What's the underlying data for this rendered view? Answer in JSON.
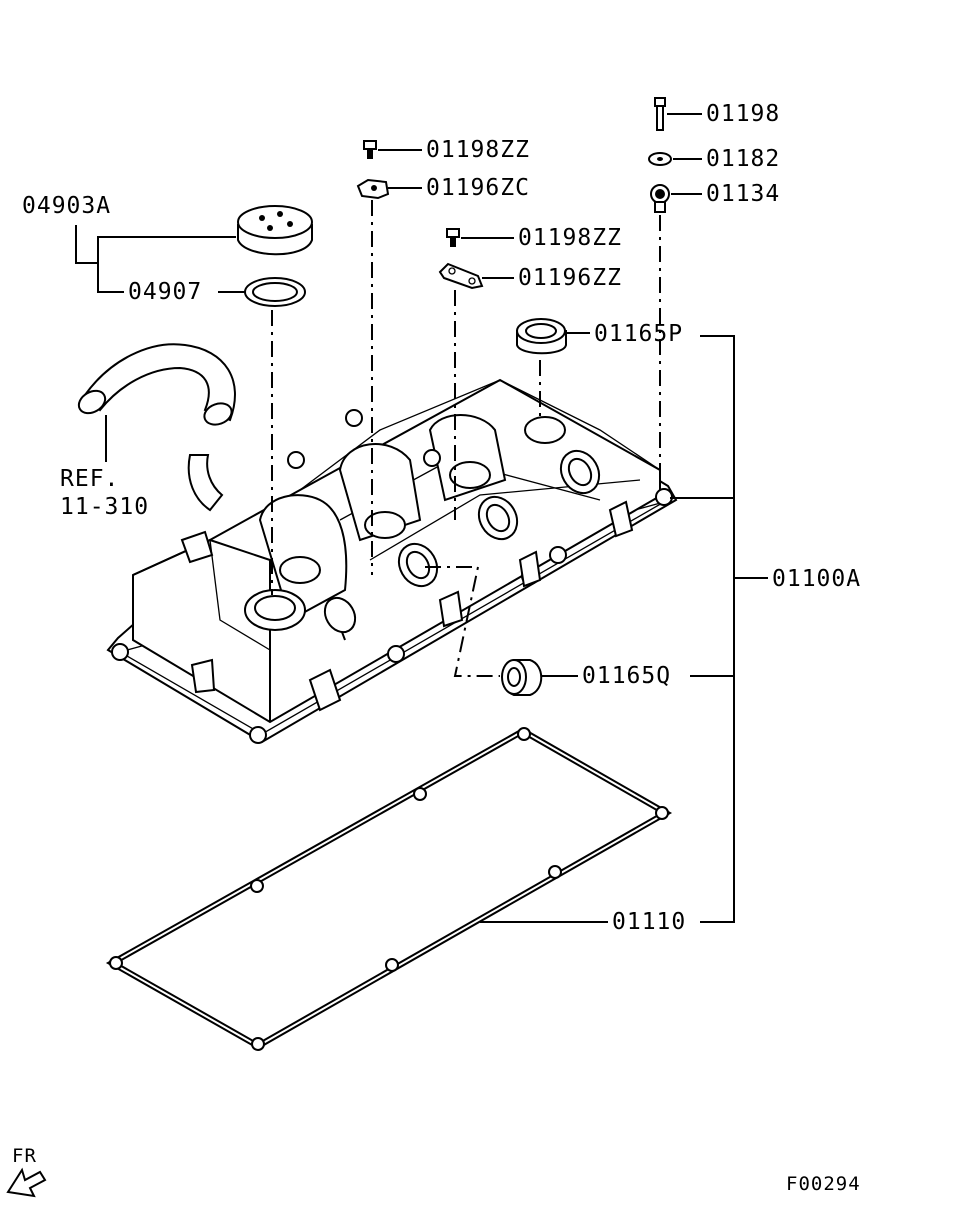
{
  "callouts": {
    "bolt_top_right": "01198",
    "washer_top_right": "01182",
    "grommet_top_right": "01134",
    "bolt_center": "01198ZZ",
    "bracket_center": "01196ZC",
    "bolt_right": "01198ZZ",
    "bracket_right": "01196ZZ",
    "oil_cap_assy": "04903A",
    "oil_cap_gasket": "04907",
    "plug_seal_upper": "01165P",
    "plug_seal_lower": "01165Q",
    "cover_assy": "01100A",
    "cover_gasket": "01110"
  },
  "reference": {
    "line1": "REF.",
    "line2": "11-310"
  },
  "front_indicator": "FR",
  "figure_code": "F00294"
}
